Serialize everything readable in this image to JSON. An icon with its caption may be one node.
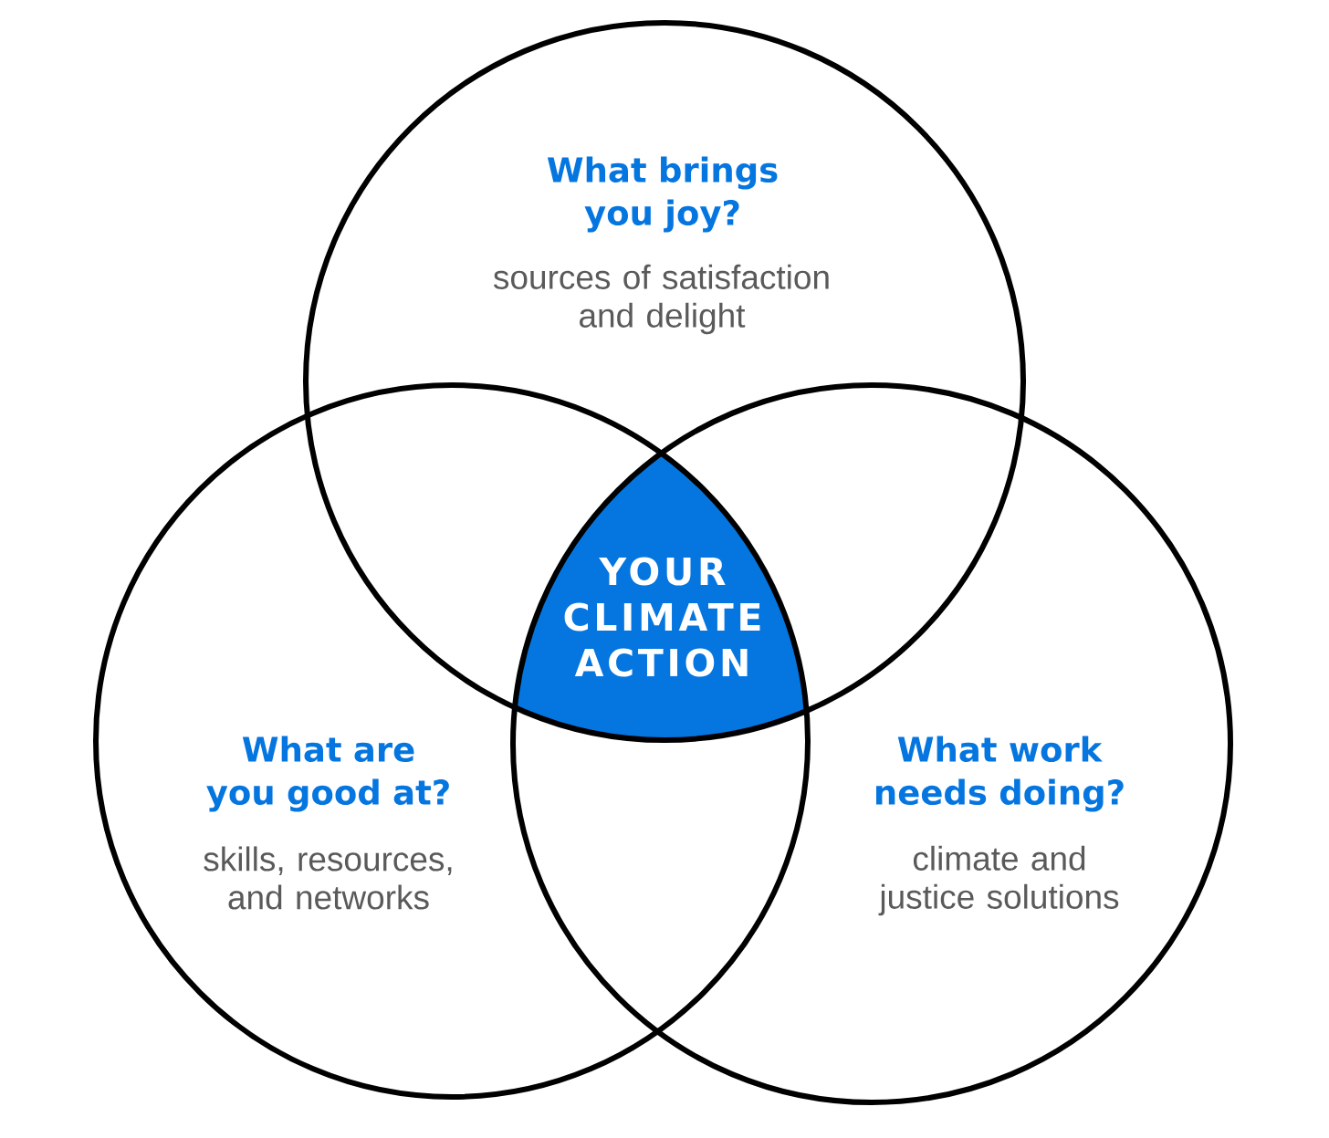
{
  "diagram": {
    "nodes": [
      {
        "text": [
          "What brings you joy?",
          "sources of satisfaction and delight"
        ]
      },
      {
        "text": [
          "YOUR CLIMATE ACTION"
        ]
      },
      {
        "text": [
          "What are you good at?",
          "skills, resources, and networks"
        ]
      },
      {
        "text": [
          "What work needs doing?",
          "climate and justice solutions"
        ]
      }
    ]
  }
}
